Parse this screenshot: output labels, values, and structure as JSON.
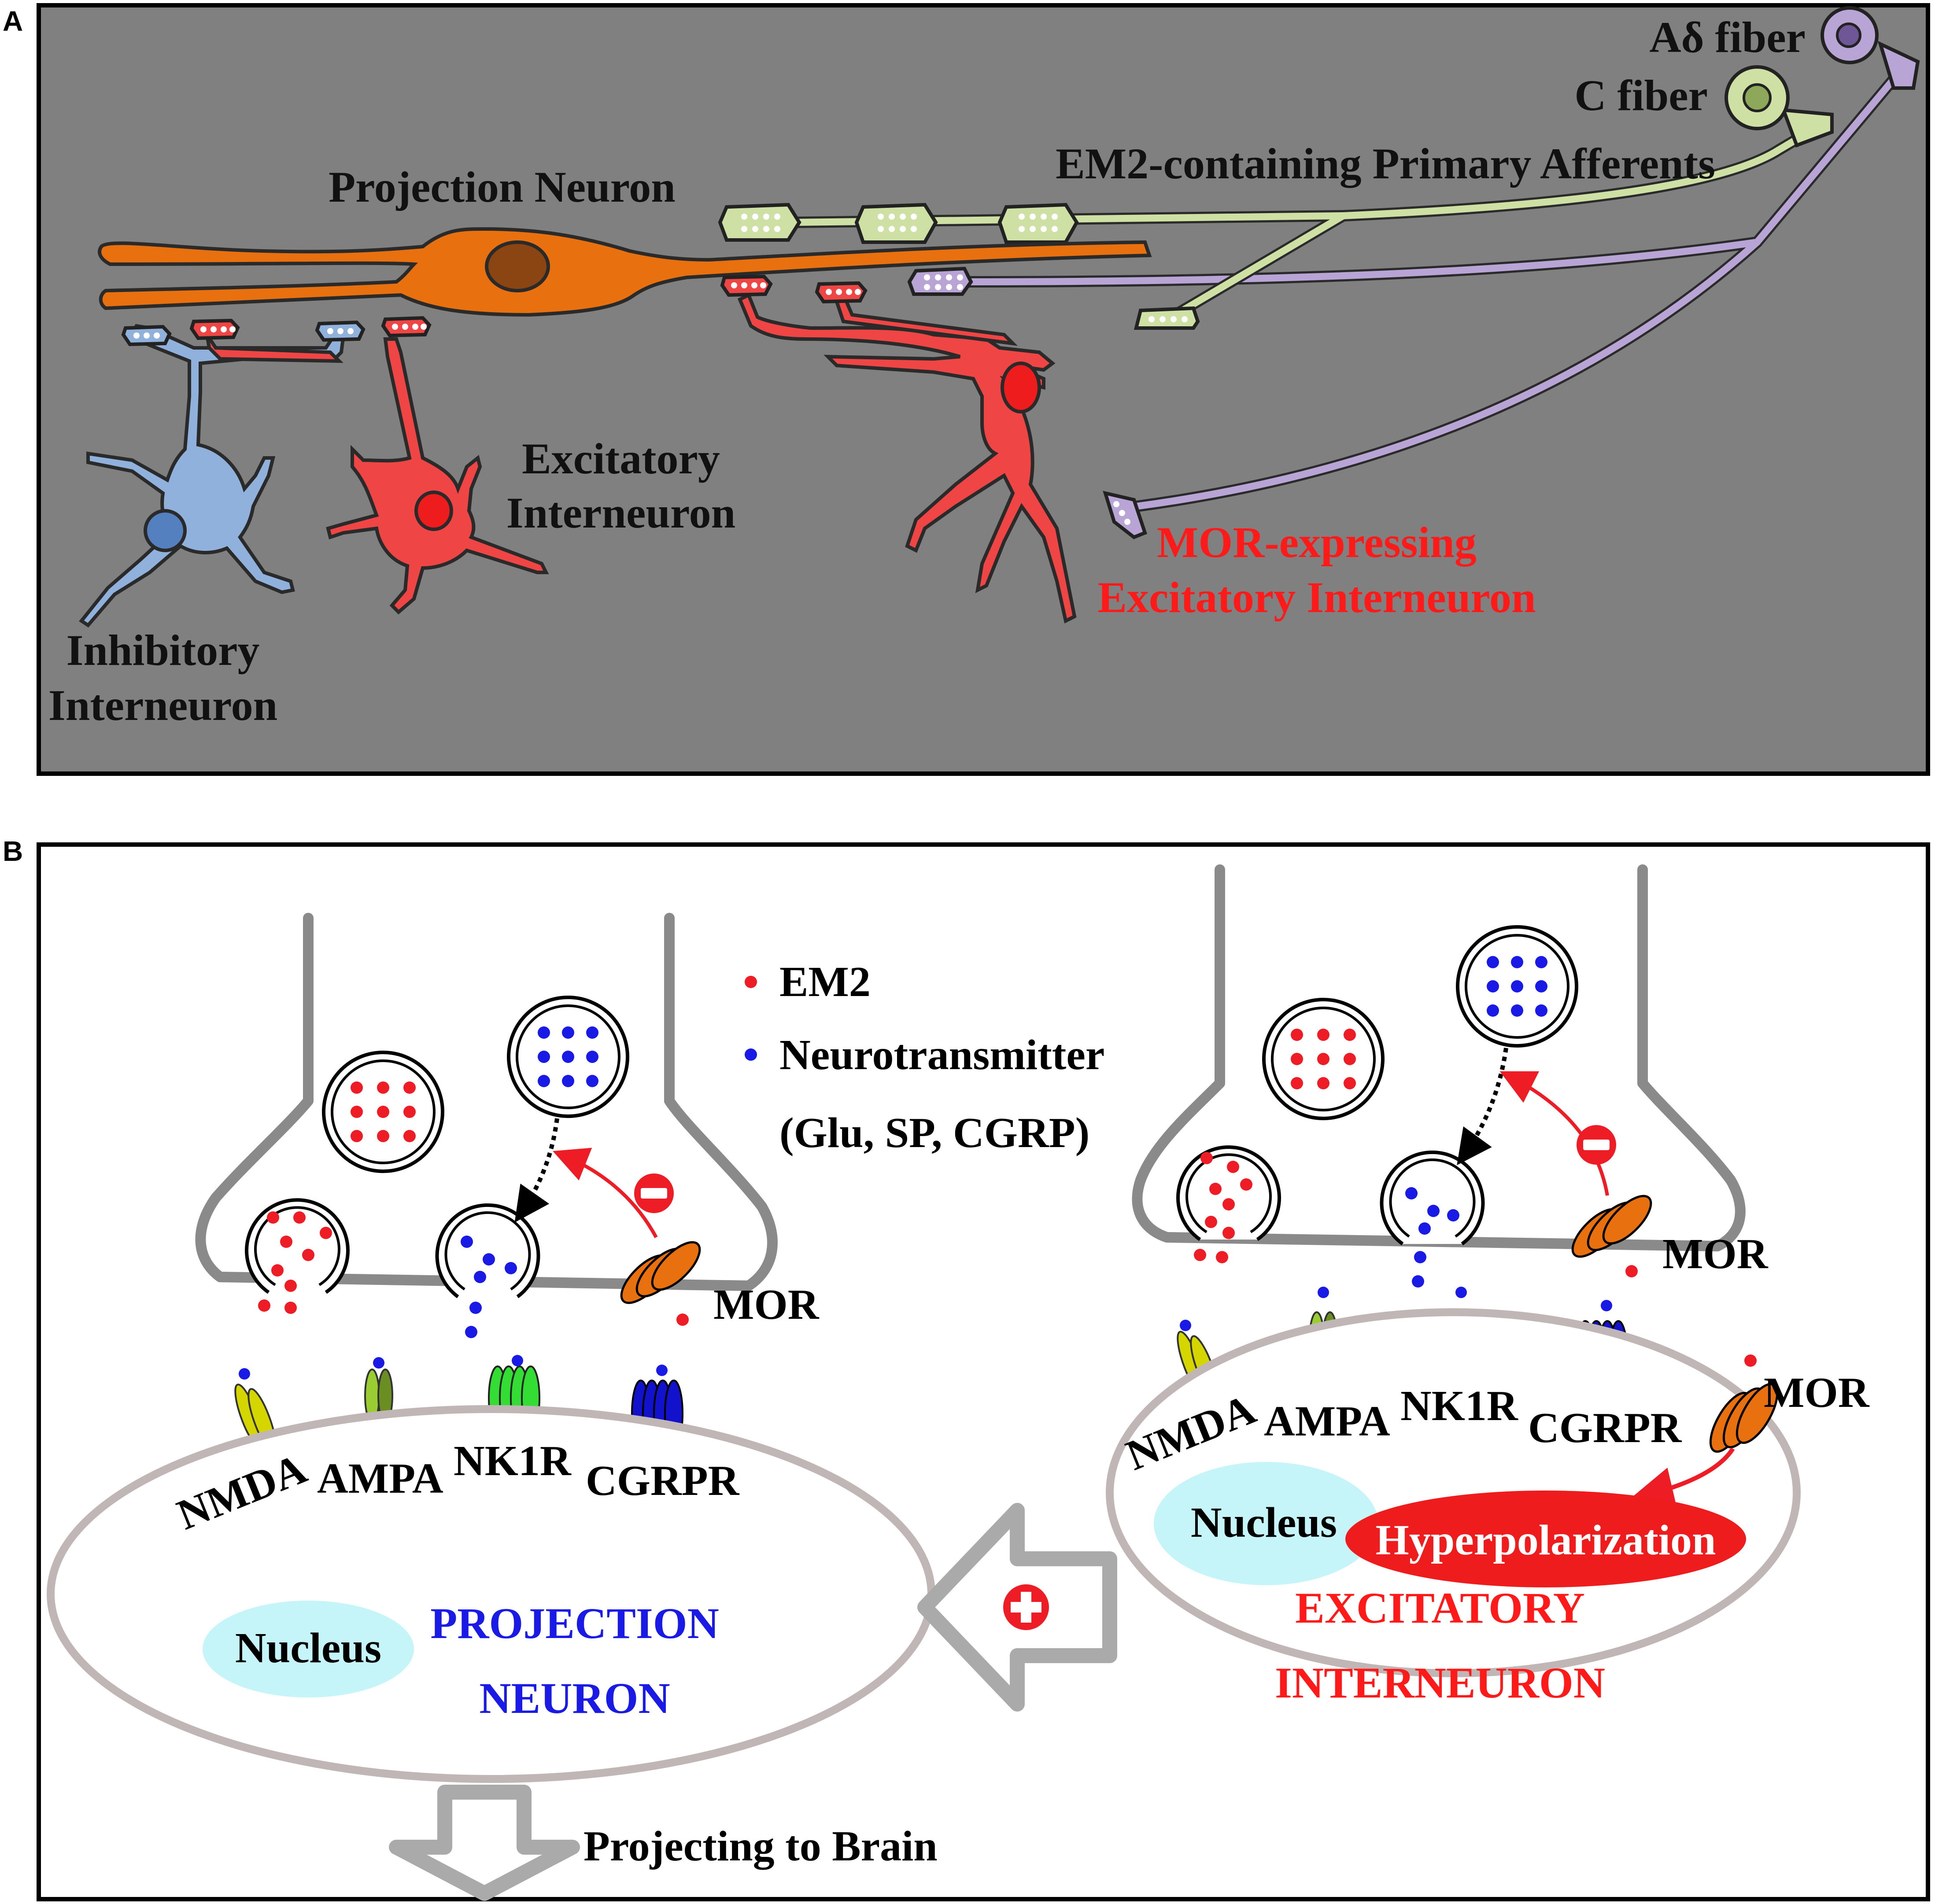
{
  "panels": {
    "a": {
      "letter": "A"
    },
    "b": {
      "letter": "B"
    }
  },
  "panel_a": {
    "labels": {
      "ad_fiber": "Aδ fiber",
      "c_fiber": "C fiber",
      "primary_afferents": "EM2-containing Primary Afferents",
      "projection_neuron": "Projection Neuron",
      "excitatory_1": "Excitatory",
      "excitatory_2": "Interneuron",
      "inhibitory_1": "Inhibitory",
      "inhibitory_2": "Interneuron",
      "mor_1": "MOR-expressing",
      "mor_2": "Excitatory Interneuron"
    }
  },
  "panel_b": {
    "legend": {
      "em2": "EM2",
      "neurotransmitter": "Neurotransmitter",
      "neurotransmitter_sub": "(Glu, SP, CGRP)"
    },
    "left": {
      "receptors": {
        "nmda": "NMDA",
        "ampa": "AMPA",
        "nk1r": "NK1R",
        "cgrpr": "CGRPR"
      },
      "mor": "MOR",
      "nucleus": "Nucleus",
      "neuron_1": "PROJECTION",
      "neuron_2": "NEURON"
    },
    "right": {
      "receptors": {
        "nmda": "NMDA",
        "ampa": "AMPA",
        "nk1r": "NK1R",
        "cgrpr": "CGRPR"
      },
      "mor_pre": "MOR",
      "mor_post": "MOR",
      "nucleus": "Nucleus",
      "hyperpolarization": "Hyperpolarization",
      "neuron_1": "EXCITATORY",
      "neuron_2": "INTERNEURON"
    },
    "projecting": "Projecting to Brain"
  },
  "colors": {
    "panel_a_bg": "#808080",
    "projection": "#e8700f",
    "excitatory": "#f04545",
    "inhibitory": "#8fb1dc",
    "c_fiber": "#cfe0a4",
    "ad_fiber": "#b9a4d6",
    "em2_dot": "#ee1c25",
    "nt_dot": "#1a1ae6",
    "nucleus_b": "#c5f5f8"
  }
}
